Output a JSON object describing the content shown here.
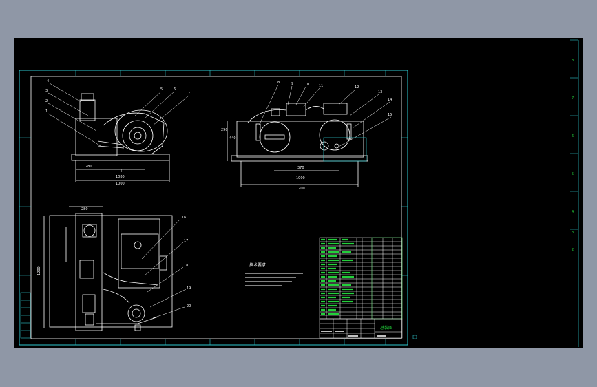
{
  "drawing": {
    "colors": {
      "background": "#000000",
      "frame": "#2ec9cf",
      "line": "#ffffff",
      "bom_text": "#22d03a",
      "desktop": "#8f97a6"
    },
    "front_view": {
      "callouts": [
        "4",
        "3",
        "2",
        "1",
        "5",
        "6",
        "7"
      ],
      "dims": [
        "280",
        "1080",
        "1000"
      ]
    },
    "side_view": {
      "callouts": [
        "8",
        "9",
        "10",
        "11",
        "12",
        "13",
        "14",
        "15"
      ],
      "dims": [
        "290",
        "440",
        "370",
        "1000",
        "1200"
      ]
    },
    "top_view": {
      "callouts": [
        "16",
        "17",
        "18",
        "19",
        "20"
      ],
      "dims": [
        "280",
        "1200"
      ]
    },
    "notes": {
      "heading": "技术要求"
    },
    "title_block": {
      "title": "总装图"
    },
    "right_markers": [
      "8",
      "7",
      "6",
      "5",
      "4",
      "3",
      "2"
    ]
  }
}
